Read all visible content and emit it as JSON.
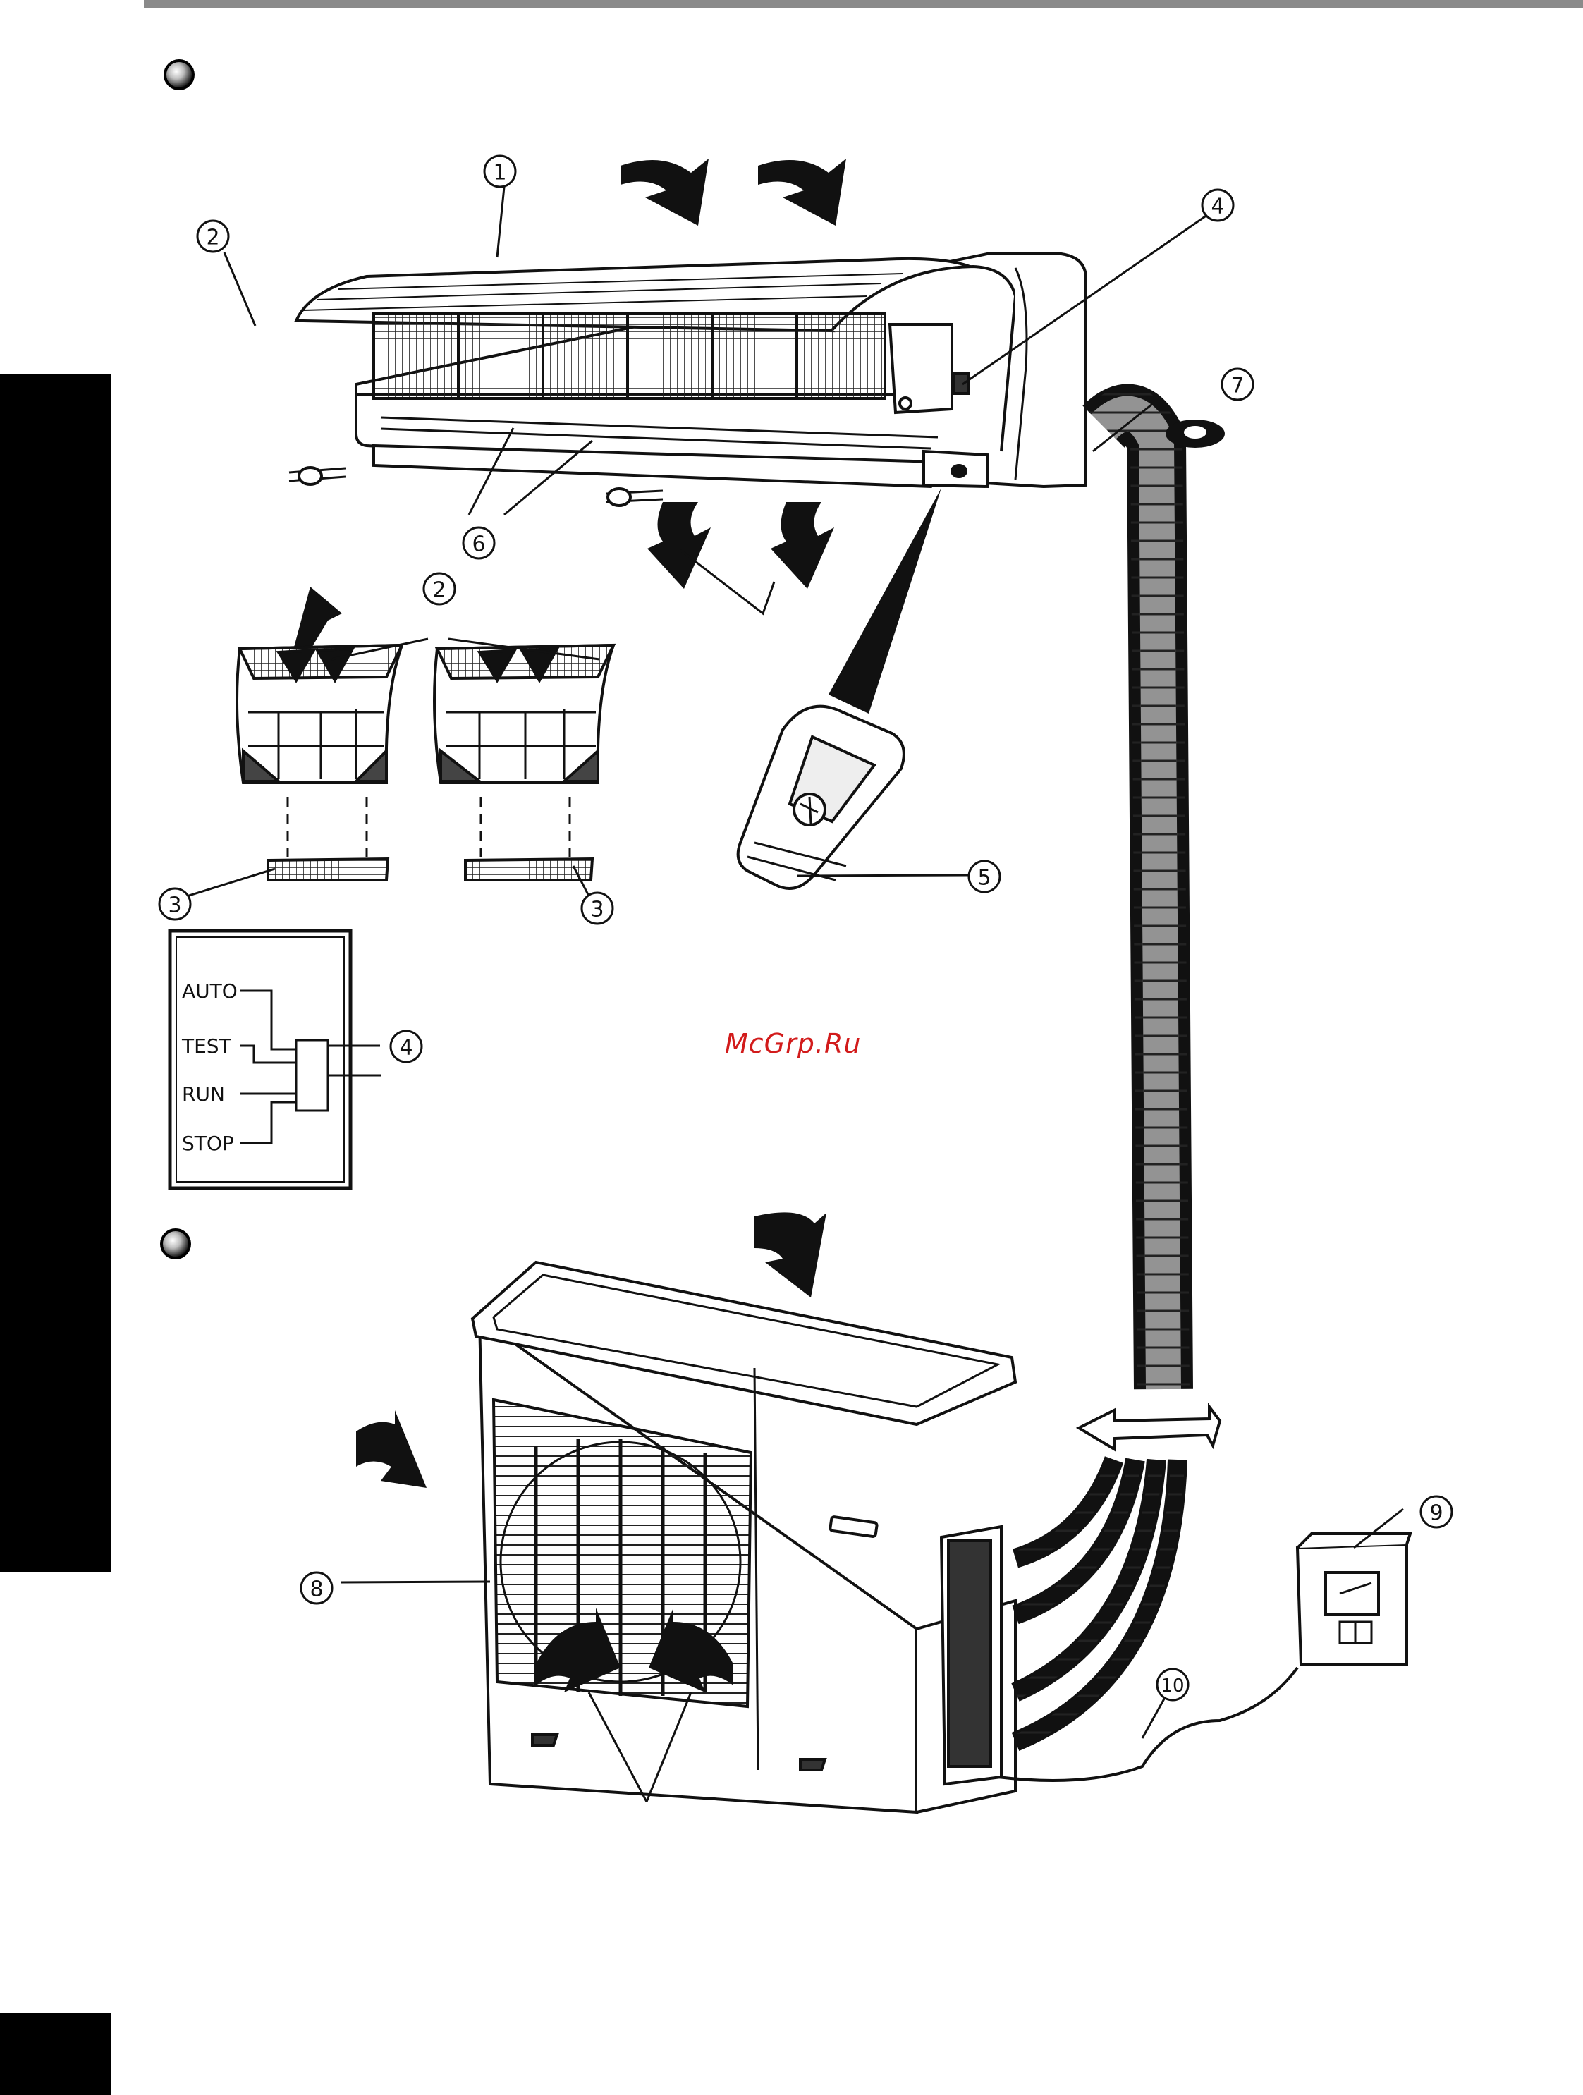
{
  "page": {
    "watermark": "McGrp.Ru"
  },
  "callouts": [
    {
      "id": "c1",
      "number": "1"
    },
    {
      "id": "c2",
      "number": "2"
    },
    {
      "id": "c4",
      "number": "4"
    },
    {
      "id": "c7",
      "number": "7"
    },
    {
      "id": "c6",
      "number": "6"
    },
    {
      "id": "c2b",
      "number": "2"
    },
    {
      "id": "c3a",
      "number": "3"
    },
    {
      "id": "c3b",
      "number": "3"
    },
    {
      "id": "c5",
      "number": "5"
    },
    {
      "id": "c4b",
      "number": "4"
    },
    {
      "id": "c8",
      "number": "8"
    },
    {
      "id": "c9",
      "number": "9"
    },
    {
      "id": "c10",
      "number": "10"
    }
  ],
  "control_panel": {
    "labels": [
      "AUTO",
      "TEST",
      "RUN",
      "STOP"
    ]
  },
  "colors": {
    "ink": "#111111",
    "header_rule": "#8a8a8a",
    "side_tab": "#000000",
    "watermark": "#d21b1b"
  }
}
